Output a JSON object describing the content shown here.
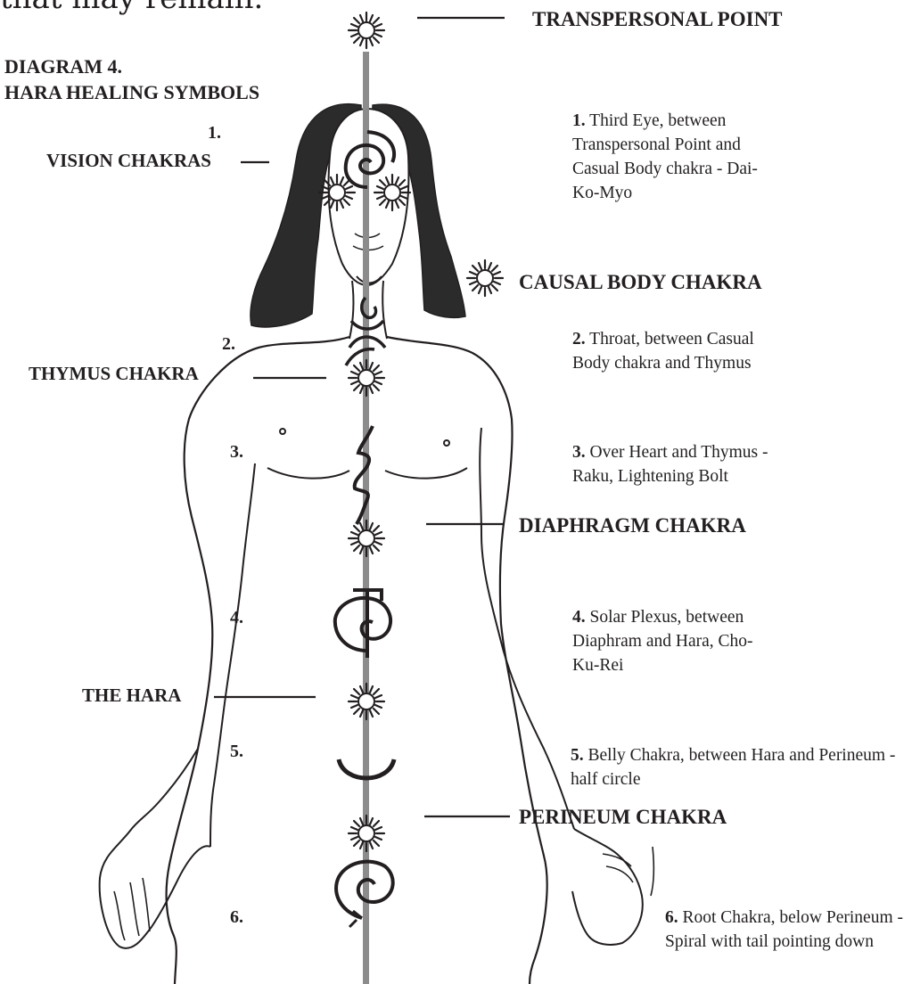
{
  "top_fragment": "that may remain.",
  "diagram_title": {
    "line1": "DIAGRAM 4.",
    "line2": "HARA HEALING SYMBOLS"
  },
  "points": {
    "transpersonal": "TRANSPERSONAL POINT",
    "causal_body": "CAUSAL BODY CHAKRA",
    "thymus": "THYMUS CHAKRA",
    "diaphragm": "DIAPHRAGM CHAKRA",
    "hara": "THE HARA",
    "perineum": "PERINEUM CHAKRA",
    "vision": "VISION CHAKRAS"
  },
  "numbers": {
    "n1": "1.",
    "n2": "2.",
    "n3": "3.",
    "n4": "4.",
    "n5": "5.",
    "n6": "6."
  },
  "descriptions": {
    "d1": {
      "num": "1.",
      "text": "Third Eye, between Transpersonal Point and Casual Body chakra - Dai-Ko-Myo"
    },
    "d2": {
      "num": "2.",
      "text": "Throat, between Casual Body chakra and Thymus"
    },
    "d3": {
      "num": "3.",
      "text": "Over Heart and Thymus - Raku, Lightening Bolt"
    },
    "d4": {
      "num": "4.",
      "text": "Solar Plexus, between Diaphram and Hara, Cho-Ku-Rei"
    },
    "d5": {
      "num": "5.",
      "text": "Belly Chakra, between Hara and Perineum - half circle"
    },
    "d6": {
      "num": "6.",
      "text": "Root Chakra, below Perineum - Spiral with tail pointing down"
    }
  },
  "colors": {
    "ink": "#231f20",
    "axis": "#8c8c8c"
  }
}
